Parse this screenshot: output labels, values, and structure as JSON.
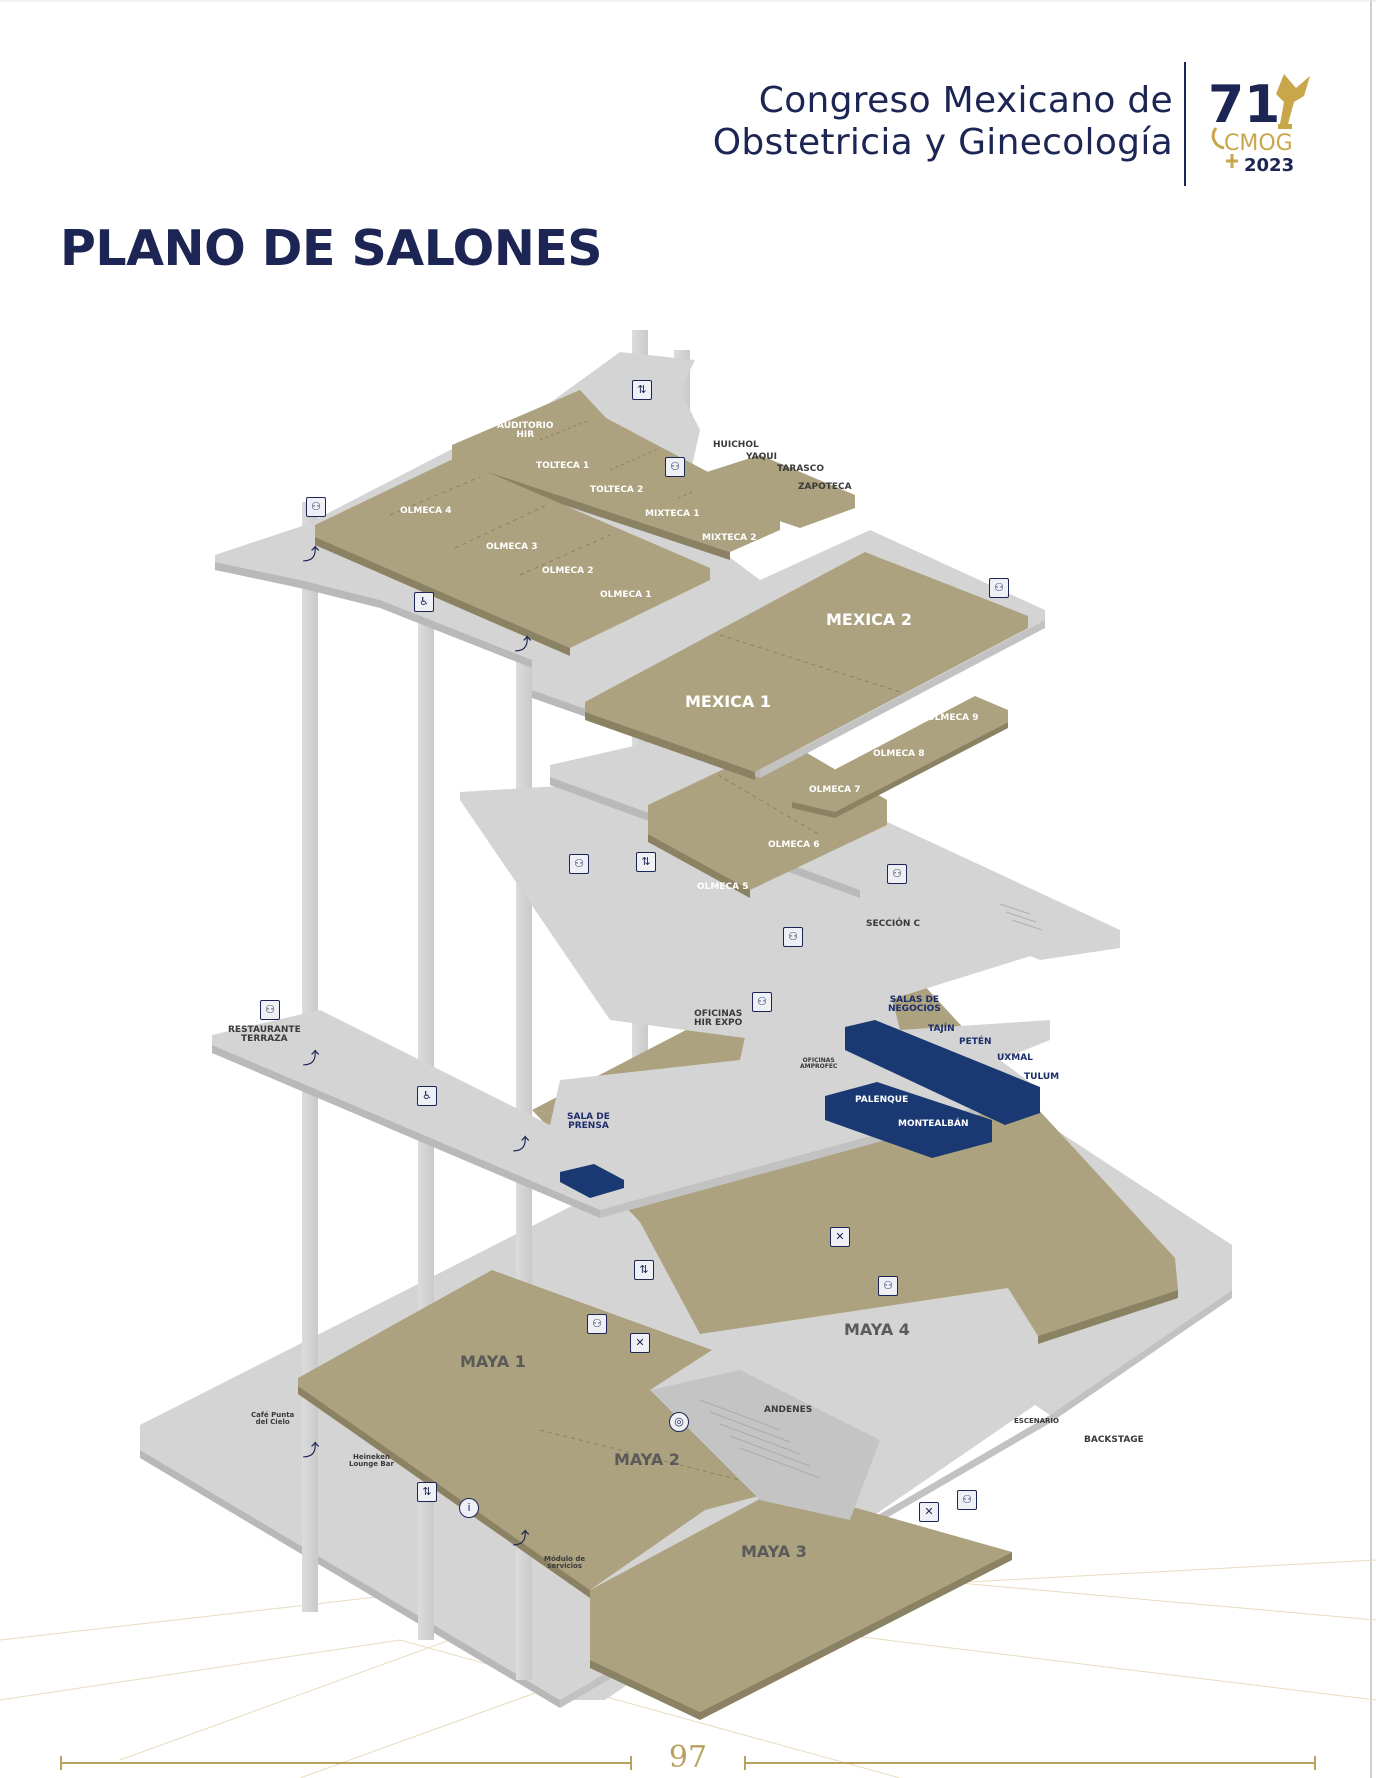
{
  "header": {
    "org_line1": "Congreso Mexicano de",
    "org_line2": "Obstetricia y Ginecología",
    "logo": {
      "number": "71",
      "acronym": "CMOG",
      "year": "2023",
      "accent_color": "#c9a64a",
      "brand_color": "#1c2553"
    }
  },
  "title": "PLANO DE SALONES",
  "map": {
    "colors": {
      "floor": "#d7d7d7",
      "room": "#aca27f",
      "room_side": "#8b8263",
      "business_room": "#1a3972",
      "label_blue": "#1c2d6b"
    },
    "top_level": {
      "rooms": [
        {
          "id": "auditorio",
          "label": "AUDITORIO\nHIR"
        },
        {
          "id": "tolteca1",
          "label": "TOLTECA 1"
        },
        {
          "id": "tolteca2",
          "label": "TOLTECA 2"
        },
        {
          "id": "mixteca1",
          "label": "MIXTECA 1"
        },
        {
          "id": "mixteca2",
          "label": "MIXTECA 2"
        },
        {
          "id": "olmeca4",
          "label": "OLMECA 4"
        },
        {
          "id": "olmeca3",
          "label": "OLMECA 3"
        },
        {
          "id": "olmeca2",
          "label": "OLMECA 2"
        },
        {
          "id": "olmeca1",
          "label": "OLMECA 1"
        },
        {
          "id": "mexica2",
          "label": "MEXICA 2"
        },
        {
          "id": "mexica1",
          "label": "MEXICA 1"
        },
        {
          "id": "olmeca9",
          "label": "OLMECA 9"
        },
        {
          "id": "olmeca8",
          "label": "OLMECA 8"
        },
        {
          "id": "olmeca7",
          "label": "OLMECA 7"
        }
      ],
      "small_rooms": [
        "HUICHOL",
        "YAQUI",
        "TARASCO",
        "ZAPOTECA"
      ]
    },
    "middle_level": {
      "rooms": [
        {
          "id": "olmeca6",
          "label": "OLMECA 6"
        },
        {
          "id": "olmeca5",
          "label": "OLMECA 5"
        }
      ],
      "areas": [
        "SECCIÓN C",
        "OFICINAS\nHIR EXPO",
        "OFICINAS\nAMPROFEC",
        "RESTAURANTE\nTERRAZA"
      ],
      "business": {
        "heading": "SALAS DE\nNEGOCIOS",
        "rooms": [
          "TAJÍN",
          "PETÉN",
          "UXMAL",
          "TULUM",
          "PALENQUE",
          "MONTEALBÁN"
        ]
      },
      "press_room": "SALA DE\nPRENSA"
    },
    "ground_level": {
      "rooms": [
        {
          "id": "maya1",
          "label": "MAYA 1"
        },
        {
          "id": "maya2",
          "label": "MAYA 2"
        },
        {
          "id": "maya3",
          "label": "MAYA 3"
        },
        {
          "id": "maya4",
          "label": "MAYA 4"
        }
      ],
      "areas": [
        "ANDENES",
        "ESCENARIO",
        "BACKSTAGE",
        "Café Punta\ndel Cielo",
        "Heineken\nLounge Bar",
        "Módulo de\nservicios"
      ]
    },
    "icons": [
      "elevator-icon",
      "escalator-icon",
      "restroom-icon",
      "accessible-restroom-icon",
      "info-icon",
      "food-icon",
      "stairs-icon"
    ]
  },
  "footer": {
    "page_number": "97"
  }
}
